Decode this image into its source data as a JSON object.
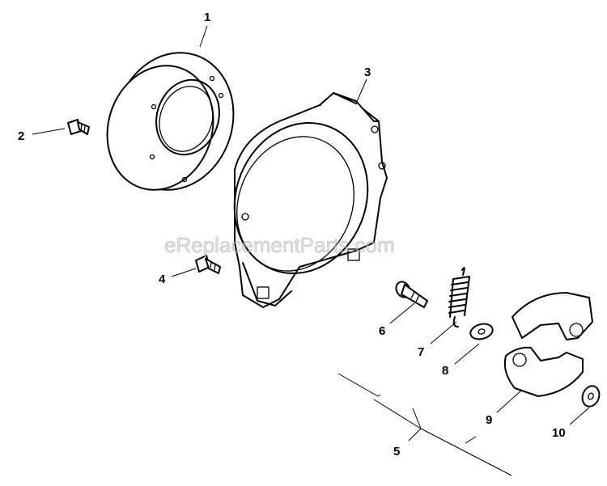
{
  "watermark": "eReplacementParts.com",
  "callouts": [
    "1",
    "2",
    "3",
    "4",
    "5",
    "6",
    "7",
    "8",
    "9",
    "10"
  ]
}
